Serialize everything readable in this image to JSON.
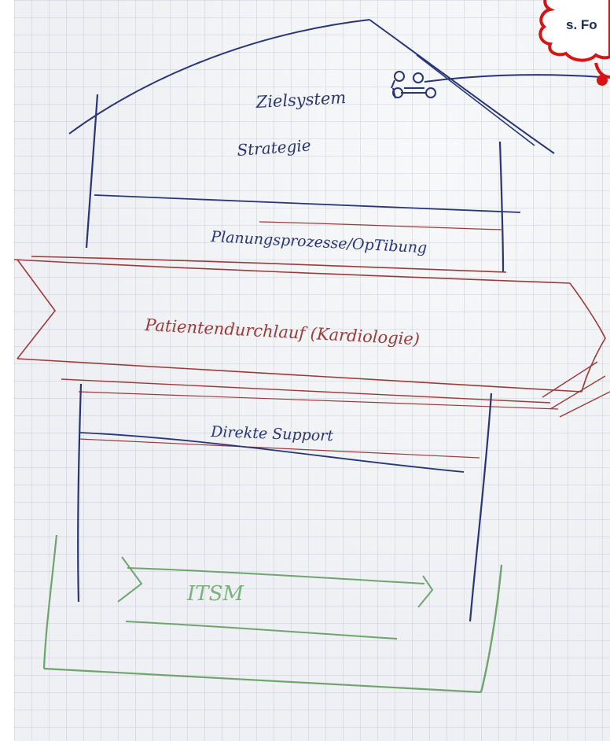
{
  "image": {
    "description_kind": "whiteboard-sketch",
    "colors": {
      "blue_ink": "#2a3577",
      "red_ink": "#9c3a3a",
      "green_ink": "#6fa46f",
      "cloud_outline": "#d61414",
      "paper": "#eef0f3"
    }
  },
  "sketch": {
    "zielsystem": "Zielsystem",
    "strategie": "Strategie",
    "planung": "Planungsprozesse/OpTibung",
    "patienten": "Patientendurchlauf (Kardiologie)",
    "support": "Direkte Support",
    "itsm": "ITSM"
  },
  "callout": {
    "text": "s. Fo"
  }
}
